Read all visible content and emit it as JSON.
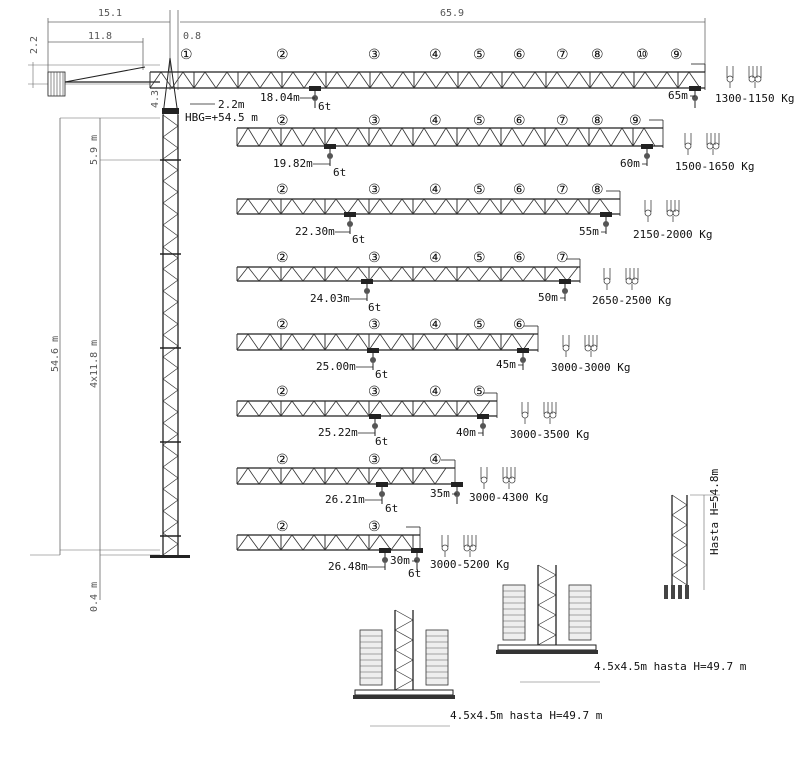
{
  "dimensions": {
    "counter_jib_length": "15.1",
    "jib_length": "65.9",
    "offset": "0.8",
    "counter_jib_ballast": "11.8",
    "head_height": "2.2",
    "cab_height": "4.3",
    "hook_offset": "2.2m",
    "hbg": "HBG=+54.5 m",
    "top_section": "5.9 m",
    "total_height": "54.6 m",
    "mast_sections": "4x11.8 m",
    "base_height": "0.4 m"
  },
  "configurations": [
    {
      "sections": [
        "①",
        "②",
        "③",
        "④",
        "⑤",
        "⑥",
        "⑦",
        "⑧",
        "⑩",
        "⑨"
      ],
      "trolley_radius": "18.04m",
      "trolley_load": "6t",
      "radius": "65m",
      "tip_load": "1300-1150 Kg"
    },
    {
      "sections": [
        "②",
        "③",
        "④",
        "⑤",
        "⑥",
        "⑦",
        "⑧",
        "⑨"
      ],
      "trolley_radius": "19.82m",
      "trolley_load": "6t",
      "radius": "60m",
      "tip_load": "1500-1650 Kg"
    },
    {
      "sections": [
        "②",
        "③",
        "④",
        "⑤",
        "⑥",
        "⑦",
        "⑧"
      ],
      "trolley_radius": "22.30m",
      "trolley_load": "6t",
      "radius": "55m",
      "tip_load": "2150-2000 Kg"
    },
    {
      "sections": [
        "②",
        "③",
        "④",
        "⑤",
        "⑥",
        "⑦"
      ],
      "trolley_radius": "24.03m",
      "trolley_load": "6t",
      "radius": "50m",
      "tip_load": "2650-2500 Kg"
    },
    {
      "sections": [
        "②",
        "③",
        "④",
        "⑤",
        "⑥"
      ],
      "trolley_radius": "25.00m",
      "trolley_load": "6t",
      "radius": "45m",
      "tip_load": "3000-3000 Kg"
    },
    {
      "sections": [
        "②",
        "③",
        "④",
        "⑤"
      ],
      "trolley_radius": "25.22m",
      "trolley_load": "6t",
      "radius": "40m",
      "tip_load": "3000-3500 Kg"
    },
    {
      "sections": [
        "②",
        "③",
        "④"
      ],
      "trolley_radius": "26.21m",
      "trolley_load": "6t",
      "radius": "35m",
      "tip_load": "3000-4300 Kg"
    },
    {
      "sections": [
        "②",
        "③"
      ],
      "trolley_radius": "26.48m",
      "trolley_load": "6t",
      "radius": "30m",
      "tip_load": "3000-5200 Kg"
    }
  ],
  "bases": {
    "tall_base": "Hasta H=54.8m",
    "base_a": "4.5x4.5m  hasta H=49.7 m",
    "base_b": "4.5x4.5m  hasta H=49.7 m"
  }
}
